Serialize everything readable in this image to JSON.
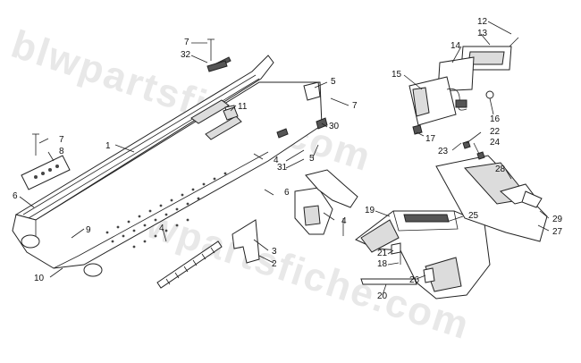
{
  "watermark": {
    "upper": "blwpartsfiche.com",
    "lower": "blwpartsfiche.com"
  },
  "callouts": [
    "1",
    "2",
    "3",
    "4",
    "4",
    "4",
    "5",
    "5",
    "6",
    "6",
    "7",
    "7",
    "7",
    "8",
    "9",
    "10",
    "11",
    "12",
    "13",
    "14",
    "15",
    "16",
    "17",
    "18",
    "19",
    "20",
    "21",
    "22",
    "23",
    "24",
    "25",
    "26",
    "27",
    "28",
    "29",
    "30",
    "31",
    "32"
  ]
}
